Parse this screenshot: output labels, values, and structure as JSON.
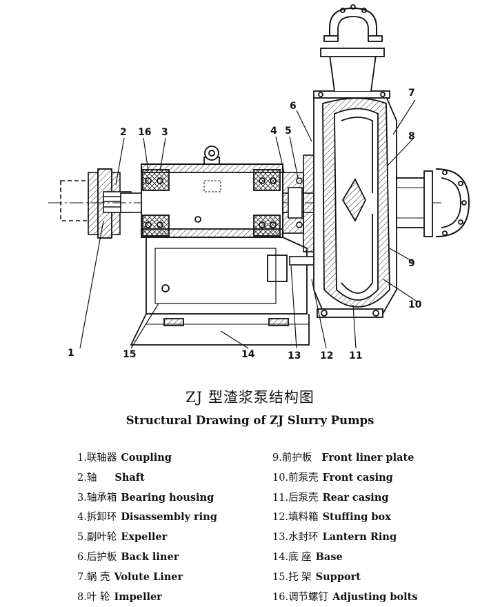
{
  "title_cn": "ZJ 型渣浆泵结构图",
  "title_en": "Structural Drawing of ZJ Slurry Pumps",
  "callouts": [
    "1",
    "2",
    "3",
    "4",
    "5",
    "6",
    "7",
    "8",
    "9",
    "10",
    "11",
    "12",
    "13",
    "14",
    "15",
    "16"
  ],
  "legend": [
    {
      "num": "1.",
      "cn": "联轴器",
      "en": "Coupling"
    },
    {
      "num": "2.",
      "cn": "轴",
      "en": "Shaft"
    },
    {
      "num": "3.",
      "cn": "轴承箱",
      "en": "Bearing housing"
    },
    {
      "num": "4.",
      "cn": "拆卸环",
      "en": "Disassembly ring"
    },
    {
      "num": "5.",
      "cn": "副叶轮",
      "en": "Expeller"
    },
    {
      "num": "6.",
      "cn": "后护板",
      "en": "Back liner"
    },
    {
      "num": "7.",
      "cn": "蜗 壳",
      "en": "Volute Liner"
    },
    {
      "num": "8.",
      "cn": "叶 轮",
      "en": "Impeller"
    },
    {
      "num": "9.",
      "cn": "前护板",
      "en": "Front liner plate"
    },
    {
      "num": "10.",
      "cn": "前泵壳",
      "en": "Front casing"
    },
    {
      "num": "11.",
      "cn": "后泵壳",
      "en": "Rear casing"
    },
    {
      "num": "12.",
      "cn": "填料箱",
      "en": "Stuffing box"
    },
    {
      "num": "13.",
      "cn": "水封环",
      "en": "Lantern Ring"
    },
    {
      "num": "14.",
      "cn": "底 座",
      "en": "Base"
    },
    {
      "num": "15.",
      "cn": "托 架",
      "en": "Support"
    },
    {
      "num": "16.",
      "cn": "调节螺钉",
      "en": "Adjusting bolts"
    }
  ]
}
